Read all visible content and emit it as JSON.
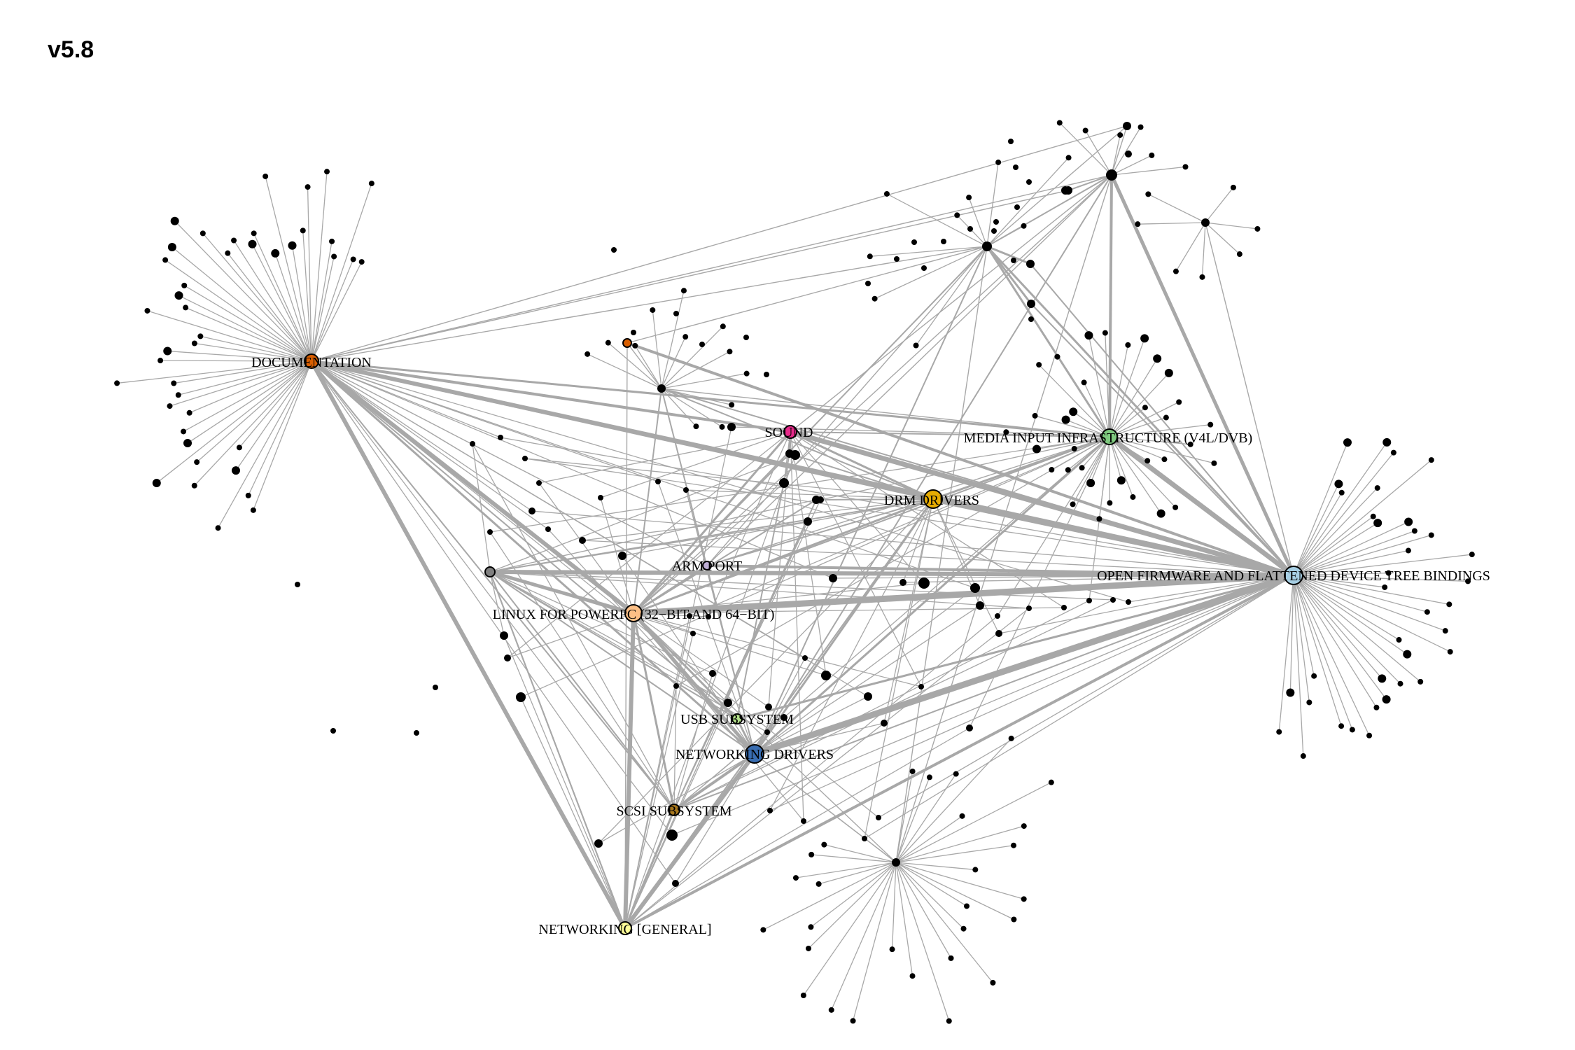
{
  "title": "v5.8",
  "colors": {
    "edge": "#a8a8a8",
    "leaf": "#000000",
    "documentation": "#d95f02",
    "sound": "#e7298a",
    "media": "#7fc97f",
    "drm": "#e6ab02",
    "of": "#a6cee3",
    "powerpc": "#fdc086",
    "usb": "#b2df8a",
    "netdrv": "#386cb0",
    "scsi": "#a6761d",
    "netgen": "#ffff99",
    "arm": "#beaed4",
    "grey": "#808080",
    "orange_small": "#d95f02"
  },
  "hubs": {
    "documentation": "DOCUMENTATION",
    "sound": "SOUND",
    "media": "MEDIA INPUT INFRASTRUCTURE (V4L/DVB)",
    "drm": "DRM DRIVERS",
    "arm": "ARM PORT",
    "of": "OPEN FIRMWARE AND FLATTENED DEVICE TREE BINDINGS",
    "powerpc": "LINUX FOR POWERPC (32−BIT AND 64−BIT)",
    "usb": "USB SUBSYSTEM",
    "netdrv": "NETWORKING DRIVERS",
    "scsi": "SCSI SUBSYSTEM",
    "netgen": "NETWORKING [GENERAL]"
  }
}
